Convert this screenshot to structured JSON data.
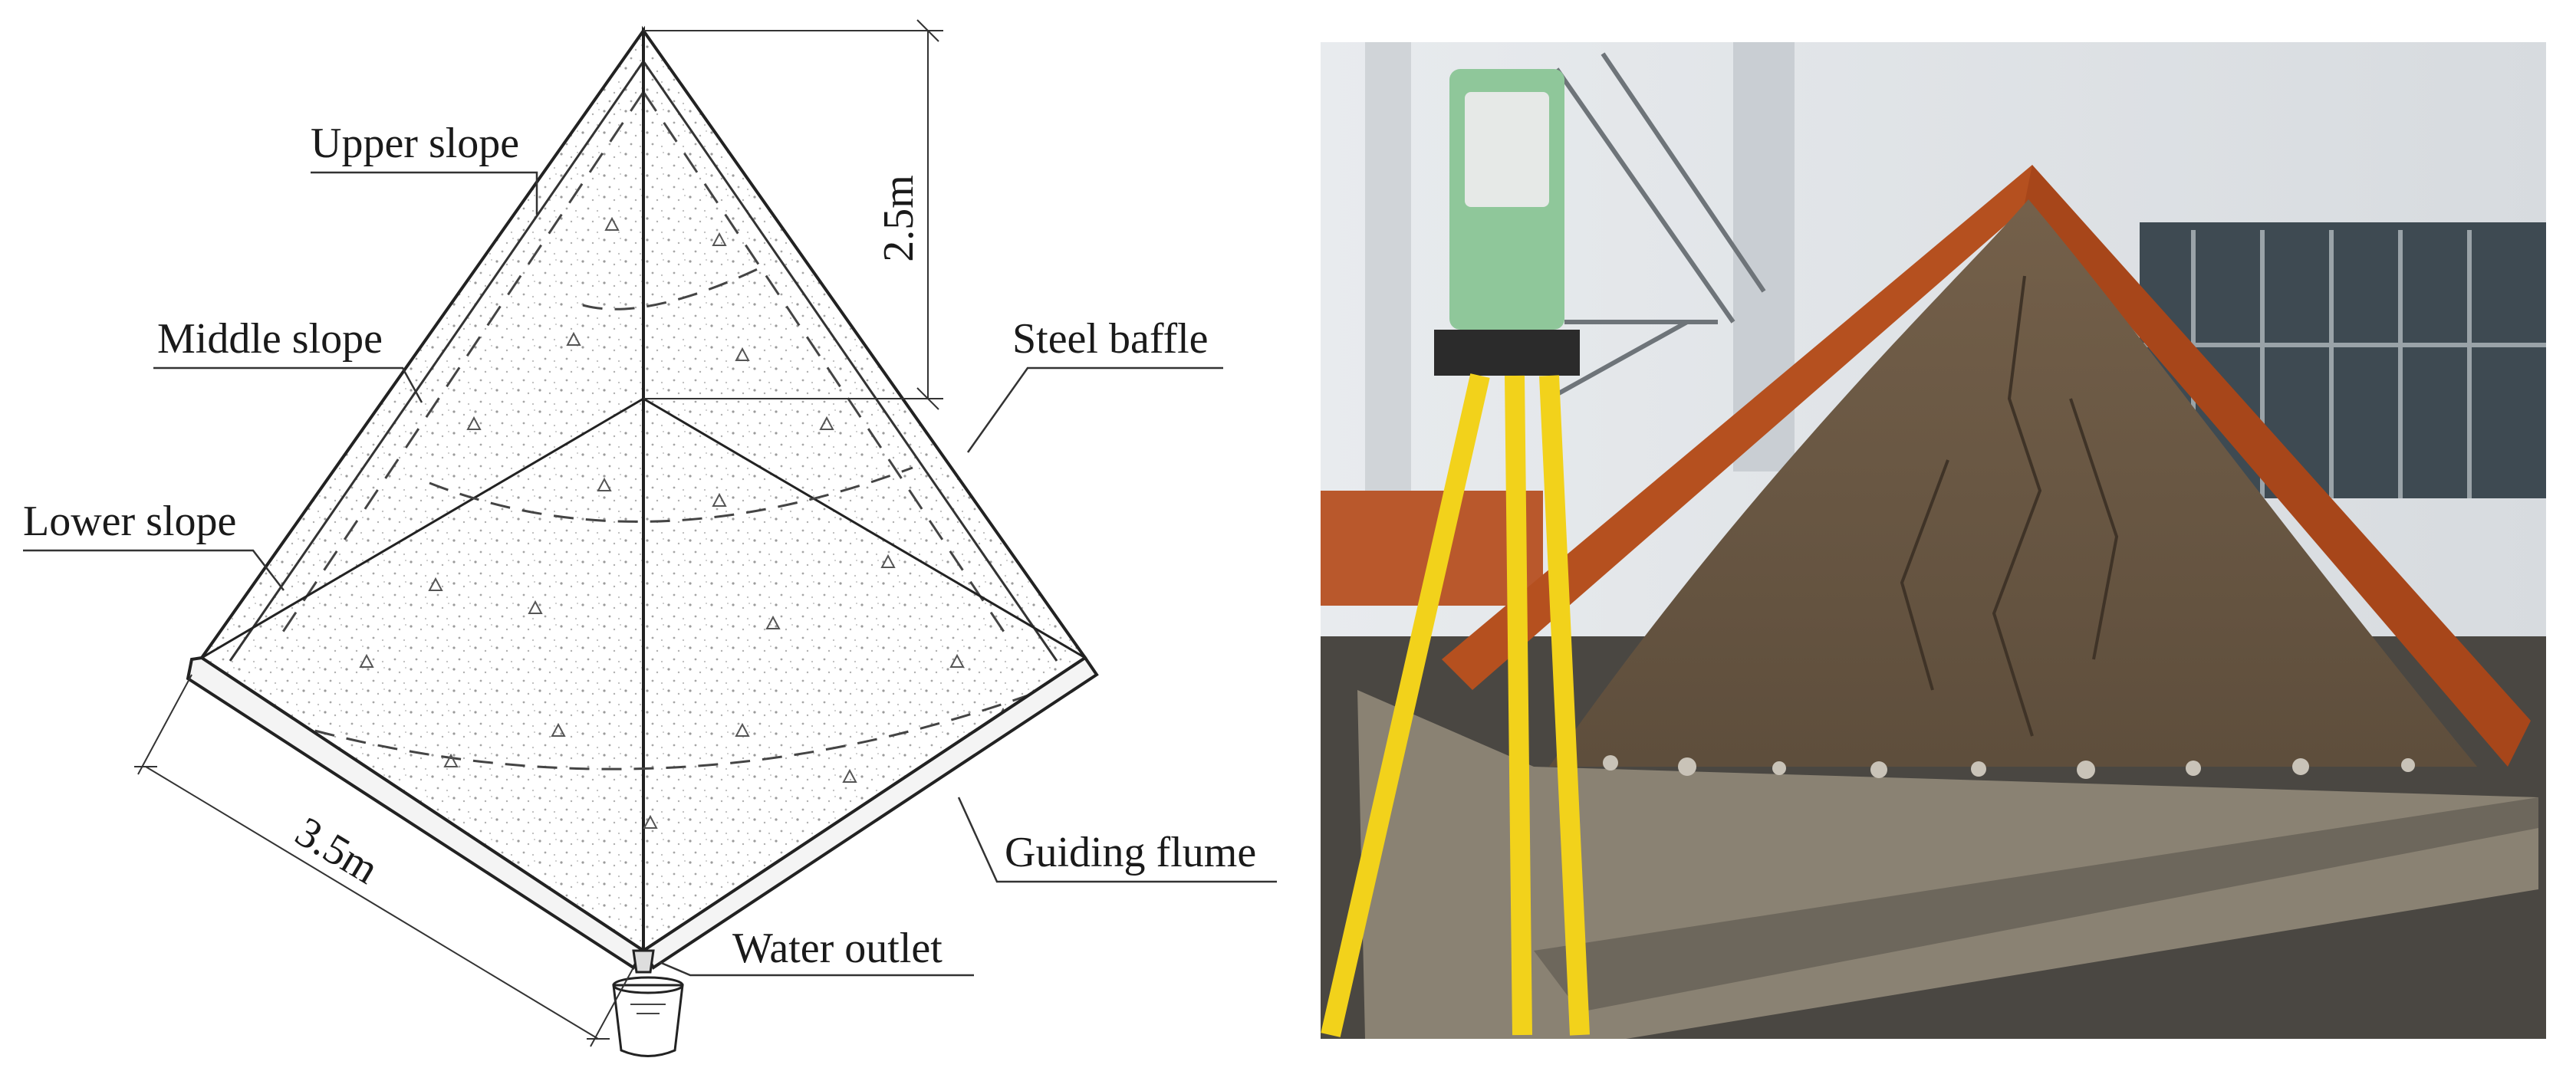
{
  "figure": {
    "diagram": {
      "labels": {
        "upper_slope": "Upper slope",
        "middle_slope": "Middle slope",
        "lower_slope": "Lower slope",
        "steel_baffle": "Steel baffle",
        "guiding_flume": "Guiding flume",
        "water_outlet": "Water outlet",
        "height_dim": "2.5m",
        "width_dim": "3.5m"
      }
    },
    "photo": {
      "colors": {
        "sky_wall": "#dfe3e6",
        "soil": "#6b5a46",
        "rust_frame": "#b5501f",
        "tripod_yellow": "#f2d21b",
        "steel_tray": "#8a8273"
      }
    }
  }
}
